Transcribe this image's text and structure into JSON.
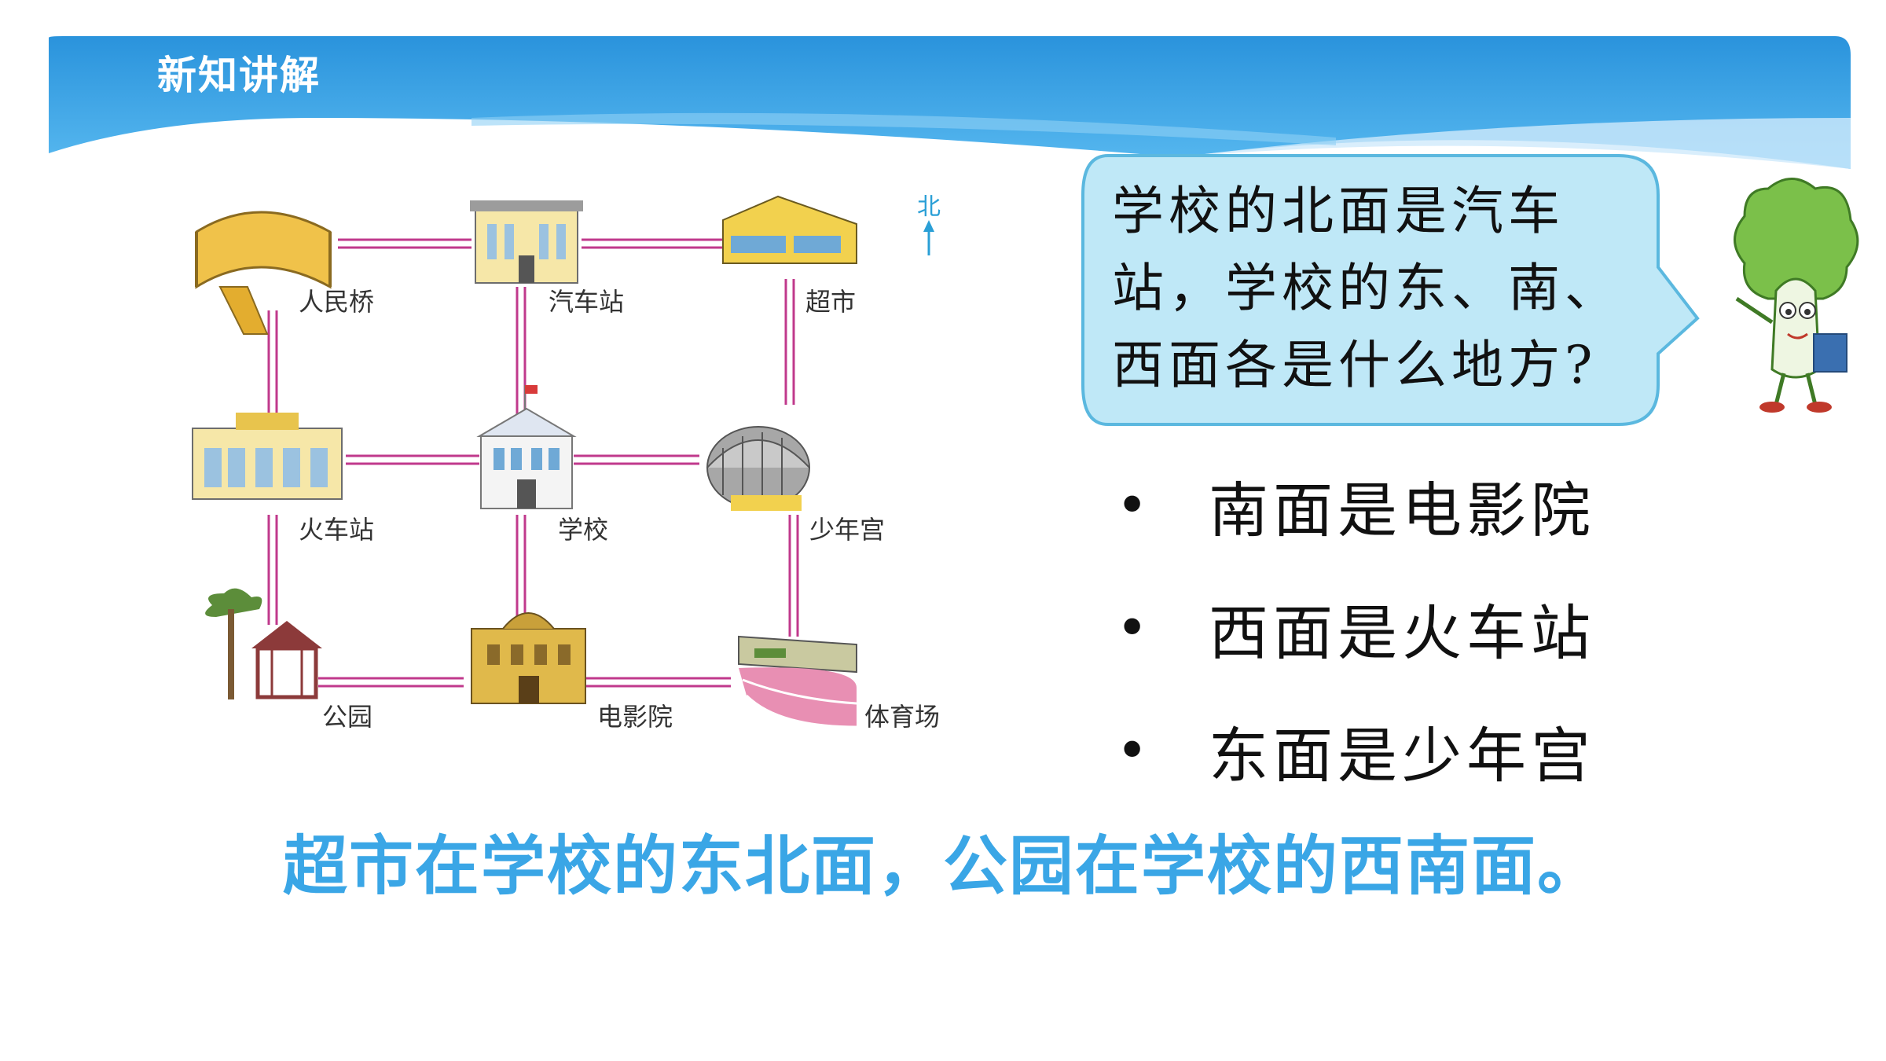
{
  "header": {
    "title": "新知讲解"
  },
  "map": {
    "north": "北",
    "places": {
      "bridge": "人民桥",
      "bus_station": "汽车站",
      "supermarket": "超市",
      "train_station": "火车站",
      "school": "学校",
      "youth_palace": "少年宫",
      "park": "公园",
      "cinema": "电影院",
      "stadium": "体育场"
    }
  },
  "bubble": {
    "lines": [
      "学校的北面是汽车",
      "站，学校的东、南、",
      "西面各是什么地方?"
    ]
  },
  "answers": {
    "bullet": "•",
    "items": [
      "南面是电影院",
      "西面是火车站",
      "东面是少年宫"
    ]
  },
  "conclusion": "超市在学校的东北面，公园在学校的西南面。",
  "colors": {
    "header_blue": "#2e9be0",
    "header_light": "#9fd6f7",
    "road_pink": "#c0398c",
    "bubble_fill": "#bfe8f7",
    "bubble_border": "#5bb8df",
    "conclusion_blue": "#3aa6e6"
  }
}
